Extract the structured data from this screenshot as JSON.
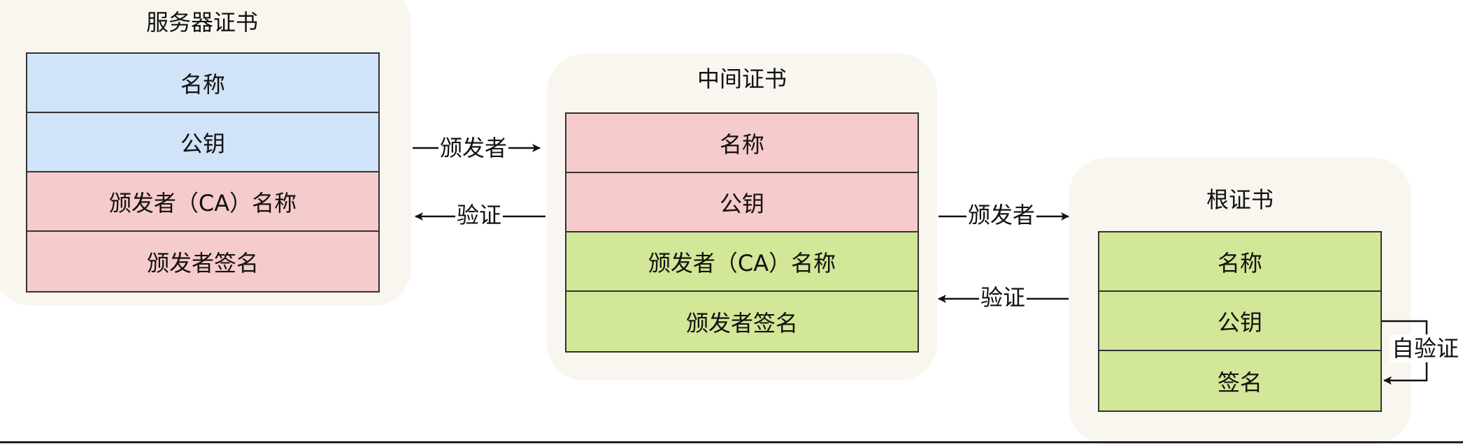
{
  "server_cert": {
    "title": "服务器证书",
    "rows": [
      "名称",
      "公钥",
      "颁发者（CA）名称",
      "颁发者签名"
    ]
  },
  "intermediate_cert": {
    "title": "中间证书",
    "rows": [
      "名称",
      "公钥",
      "颁发者（CA）名称",
      "颁发者签名"
    ]
  },
  "root_cert": {
    "title": "根证书",
    "rows": [
      "名称",
      "公钥",
      "签名"
    ]
  },
  "edges": {
    "issuer_1": "颁发者",
    "verify_1": "验证",
    "issuer_2": "颁发者",
    "verify_2": "验证",
    "self_verify": "自验证"
  },
  "colors": {
    "panel_bg": "#f8f6ee",
    "blue": "#d1e3f8",
    "pink": "#f6cbcc",
    "green": "#d2e797"
  }
}
